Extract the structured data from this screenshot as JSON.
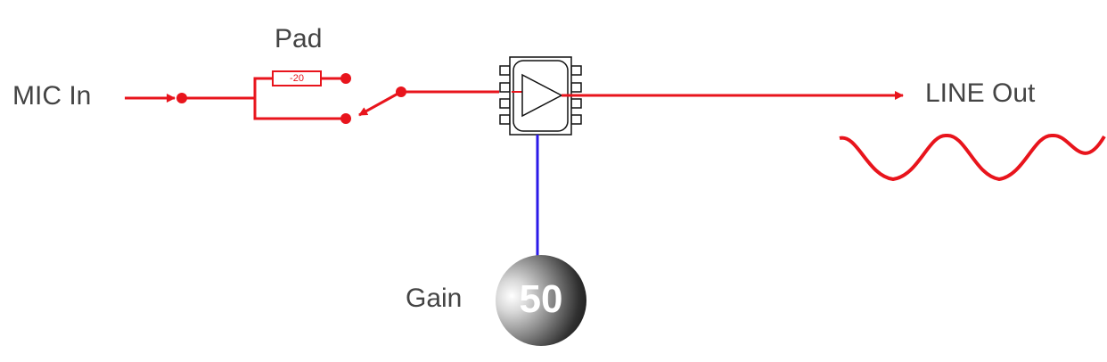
{
  "labels": {
    "input": "MIC In",
    "pad": "Pad",
    "output": "LINE Out",
    "gain": "Gain"
  },
  "pad": {
    "value": "-20"
  },
  "gain": {
    "value": "50"
  },
  "colors": {
    "signal": "#e8141c",
    "control": "#2b1ae8",
    "text": "#444444",
    "outline": "#111111"
  },
  "icons": {
    "amplifier": "opamp-triangle-icon",
    "switch": "spdt-switch-icon",
    "waveform": "sine-wave-icon"
  }
}
